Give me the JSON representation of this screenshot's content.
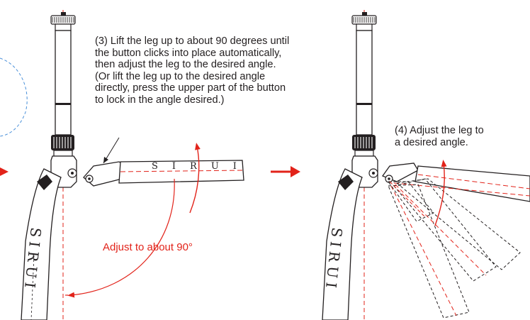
{
  "step3": {
    "lines": [
      "(3) Lift the leg up to about 90 degrees until",
      "the button clicks into place automatically,",
      "then adjust the leg to the desired angle.",
      "(Or lift the leg up to the desired angle",
      "directly, press the upper part of the button",
      "to lock in the angle desired.)"
    ],
    "angle_label": "Adjust to about 90°"
  },
  "step4": {
    "lines": [
      "(4) Adjust the leg to",
      "a desired angle."
    ]
  },
  "brand_mark": "SIRUI",
  "colors": {
    "line": "#231f20",
    "accent_red": "#e2231a",
    "dashed_blue": "#4a90d9",
    "leg_fill": "#ffffff"
  }
}
